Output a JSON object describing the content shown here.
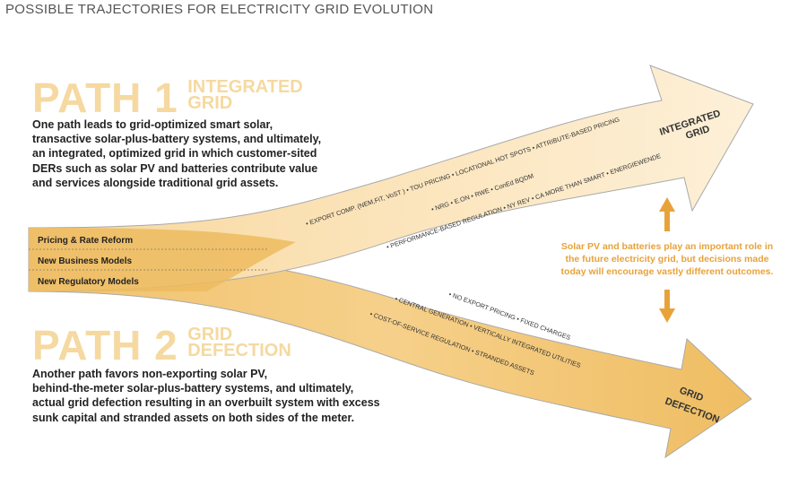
{
  "title": "POSSIBLE TRAJECTORIES FOR ELECTRICITY GRID EVOLUTION",
  "path1": {
    "big": "PATH 1",
    "sub_line1": "INTEGRATED",
    "sub_line2": "GRID",
    "description": [
      "One path leads to grid-optimized smart solar,",
      "transactive solar-plus-battery systems, and ultimately,",
      "an integrated, optimized grid in which customer-sited",
      "DERs such as solar PV and batteries contribute value",
      "and services alongside traditional grid assets."
    ],
    "arrow_label_1": "INTEGRATED",
    "arrow_label_2": "GRID",
    "arrow_items": [
      "• EXPORT COMP. (NEM,FiT, VoST ) • TOU PRICING • LOCATIONAL HOT SPOTS • ATTRIBUTE-BASED PRICING",
      "• NRG • E.ON • RWE • ConEd BQDM",
      "• PERFORMANCE-BASED REGULATION • NY REV • CA MORE THAN SMART • ENERGIEWENDE"
    ]
  },
  "path2": {
    "big": "PATH 2",
    "sub_line1": "GRID",
    "sub_line2": "DEFECTION",
    "description": [
      "Another path favors non-exporting solar PV,",
      "behind-the-meter solar-plus-battery systems, and ultimately,",
      "actual grid defection resulting in an overbuilt system with excess",
      "sunk capital and stranded assets on both sides of the meter."
    ],
    "arrow_label_1": "GRID",
    "arrow_label_2": "DEFECTION",
    "arrow_items": [
      "• NO EXPORT PRICING • FIXED CHARGES",
      "• CENTRAL GENERATION • VERTICALLY INTEGRATED UTILITIES",
      "• COST-OF-SERVICE REGULATION • STRANDED ASSETS"
    ]
  },
  "stem_labels": [
    "Pricing & Rate Reform",
    "New Business Models",
    "New Regulatory Models"
  ],
  "side_note": [
    "Solar PV and batteries play an important role in",
    "the future electricity grid, but decisions made",
    "today will encourage vastly different outcomes."
  ],
  "colors": {
    "arrow_light": "#fbe6bf",
    "arrow_mid": "#f3c97a",
    "arrow_dark": "#e9b556",
    "accent": "#e8a23a",
    "path_text": "#f5d9a0"
  }
}
